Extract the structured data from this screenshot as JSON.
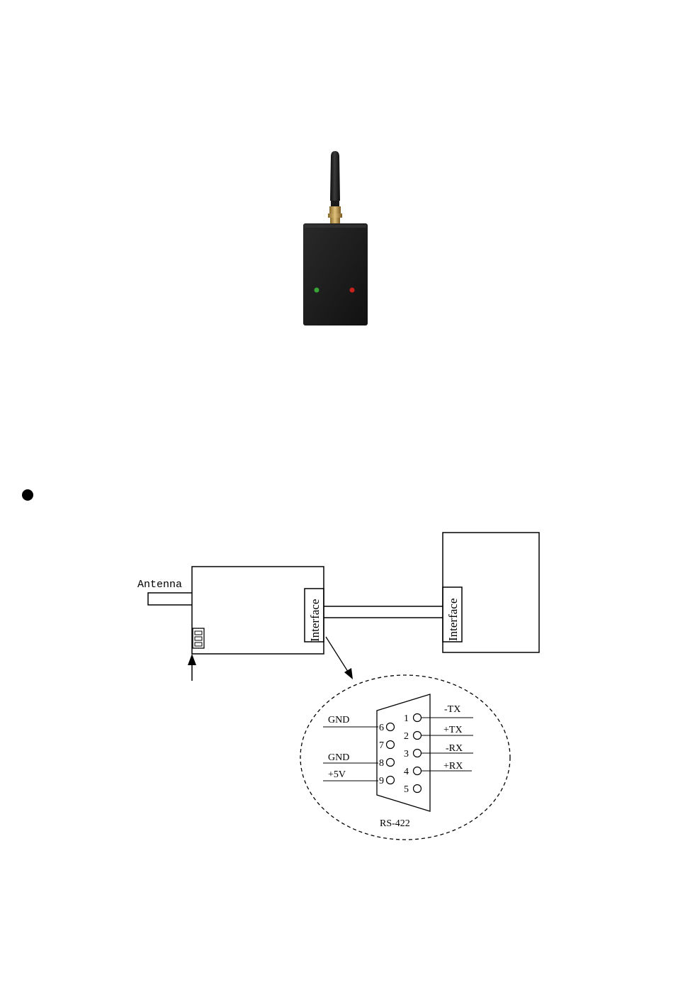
{
  "diagram": {
    "antenna_label": "Antenna",
    "module_interface_label": "Interface",
    "host_interface_label": "Interface",
    "connector_name": "RS-422",
    "pins": [
      {
        "num": "1",
        "signal": "-TX"
      },
      {
        "num": "2",
        "signal": "+TX"
      },
      {
        "num": "3",
        "signal": "-RX"
      },
      {
        "num": "4",
        "signal": "+RX"
      },
      {
        "num": "5",
        "signal": ""
      },
      {
        "num": "6",
        "signal": "GND"
      },
      {
        "num": "7",
        "signal": ""
      },
      {
        "num": "8",
        "signal": "GND"
      },
      {
        "num": "9",
        "signal": "+5V"
      }
    ]
  },
  "photo": {
    "led_left_color": "#3aa335",
    "led_right_color": "#c8221e"
  }
}
